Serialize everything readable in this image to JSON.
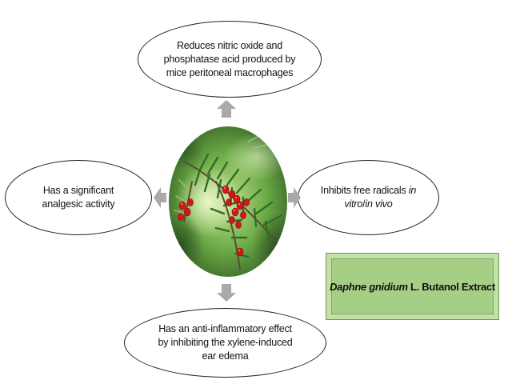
{
  "effects": {
    "top": {
      "lines": [
        "Reduces nitric oxide and",
        "phosphatase acid produced by",
        "mice peritoneal macrophages"
      ]
    },
    "left": {
      "lines": [
        "Has a significant",
        "analgesic activity"
      ]
    },
    "right": {
      "line1_prefix": "Inhibits free radicals ",
      "line1_italic": "in",
      "line2_italic_a": "vitro",
      "line2_sep": "/",
      "line2_italic_b": "in vivo"
    },
    "bottom": {
      "lines": [
        "Has an anti-inflammatory effect",
        "by inhibiting the xylene-induced",
        "ear edema"
      ]
    }
  },
  "extract": {
    "species": "Daphne gnidium",
    "rest": " L. Butanol Extract"
  },
  "colors": {
    "arrow": "#a9a9a9",
    "box_fill": "#a6cf86",
    "box_border": "#6f9a55",
    "ellipse_border": "#222222"
  },
  "center_image": {
    "icon": "daphne-gnidium-plant-photo"
  }
}
